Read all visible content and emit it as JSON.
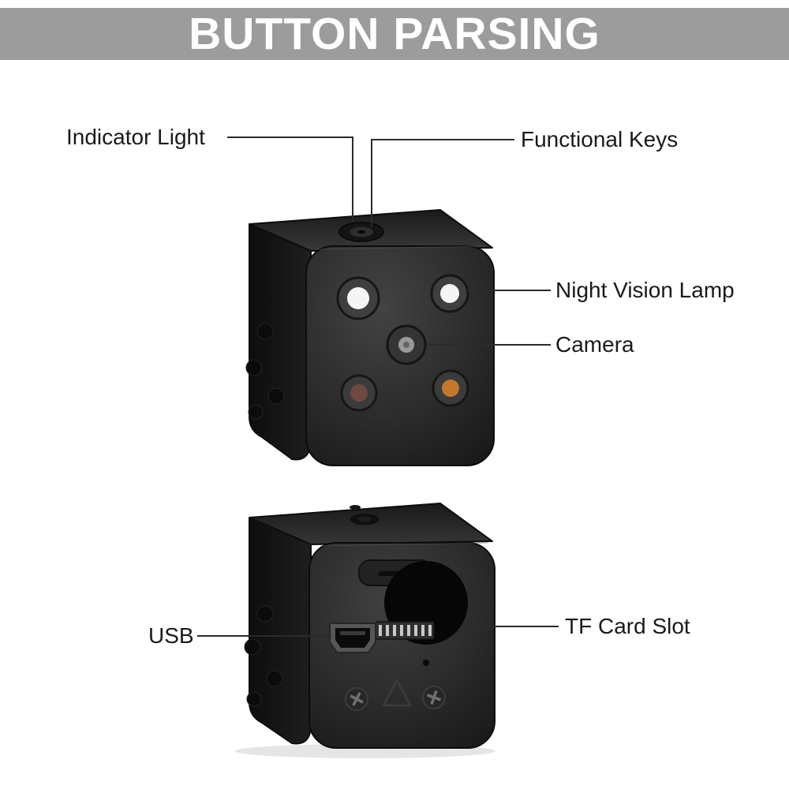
{
  "banner": {
    "title": "BUTTON PARSING"
  },
  "annotations": {
    "indicator_light": {
      "label": "Indicator Light"
    },
    "functional_keys": {
      "label": "Functional Keys"
    },
    "night_vision_lamp": {
      "label": "Night Vision Lamp"
    },
    "camera": {
      "label": "Camera"
    },
    "usb": {
      "label": "USB"
    },
    "tf_card_slot": {
      "label": "TF Card Slot"
    }
  },
  "colors": {
    "banner_bg": "#9c9c9c",
    "banner_text": "#ffffff",
    "label_text": "#1a1a1a",
    "leader_line": "#2b2b2b",
    "cube_body_dark": "#262626",
    "lamp_white": "#f5f5f5",
    "camera_lens_gray": "#9a9a9a",
    "dot_orange": "#c2782e",
    "dot_maroon": "#6e4a40",
    "tf_slot_black": "#060606"
  }
}
